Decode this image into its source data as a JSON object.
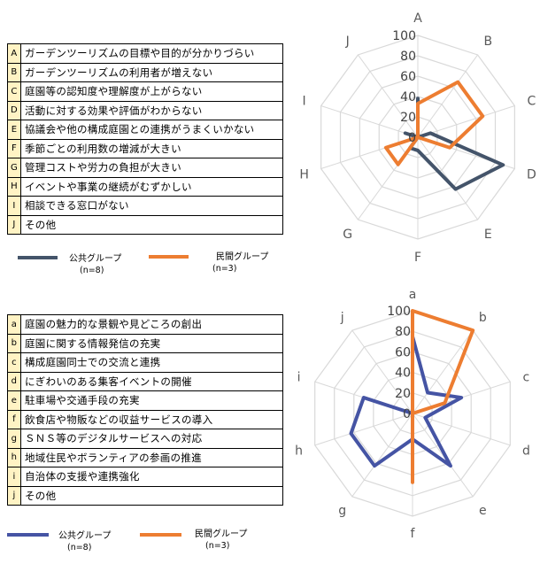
{
  "chart_data": [
    {
      "type": "radar",
      "categories": [
        "A",
        "B",
        "C",
        "D",
        "E",
        "F",
        "G",
        "H",
        "I",
        "J"
      ],
      "rlim": [
        0,
        100
      ],
      "rticks": [
        "0",
        "20",
        "40",
        "60",
        "80",
        "100"
      ],
      "series": [
        {
          "name": "公共グループ",
          "n_label": "(n=8)",
          "color": "#44546a",
          "values": [
            38,
            0,
            13,
            88,
            63,
            13,
            13,
            0,
            13,
            0
          ]
        },
        {
          "name": "民間グループ",
          "n_label": "(n=3)",
          "color": "#ed7d31",
          "values": [
            33,
            67,
            67,
            33,
            0,
            0,
            33,
            33,
            0,
            0
          ]
        }
      ],
      "legend_items": [
        {
          "key": "A",
          "text": "ガーデンツーリズムの目標や目的が分かりづらい"
        },
        {
          "key": "B",
          "text": "ガーデンツーリズムの利用者が増えない"
        },
        {
          "key": "C",
          "text": "庭園等の認知度や理解度が上がらない"
        },
        {
          "key": "D",
          "text": "活動に対する効果や評価がわからない"
        },
        {
          "key": "E",
          "text": "協議会や他の構成庭園との連携がうまくいかない"
        },
        {
          "key": "F",
          "text": "季節ごとの利用数の増減が大きい"
        },
        {
          "key": "G",
          "text": "管理コストや労力の負担が大きい"
        },
        {
          "key": "H",
          "text": "イベントや事業の継続がむずかしい"
        },
        {
          "key": "I",
          "text": "相談できる窓口がない"
        },
        {
          "key": "J",
          "text": "その他"
        }
      ]
    },
    {
      "type": "radar",
      "categories": [
        "a",
        "b",
        "c",
        "d",
        "e",
        "f",
        "g",
        "h",
        "i",
        "j"
      ],
      "rlim": [
        0,
        100
      ],
      "rticks": [
        "0",
        "20",
        "40",
        "60",
        "80",
        "100"
      ],
      "series": [
        {
          "name": "公共グループ",
          "n_label": "(n=8)",
          "color": "#4554a4",
          "values": [
            75,
            25,
            50,
            13,
            63,
            25,
            63,
            63,
            50,
            0
          ]
        },
        {
          "name": "民間グループ",
          "n_label": "(n=3)",
          "color": "#ed7d31",
          "values": [
            100,
            100,
            33,
            0,
            0,
            67,
            0,
            0,
            0,
            0
          ]
        }
      ],
      "legend_items": [
        {
          "key": "a",
          "text": "庭園の魅力的な景観や見どころの創出"
        },
        {
          "key": "b",
          "text": "庭園に関する情報発信の充実"
        },
        {
          "key": "c",
          "text": "構成庭園同士での交流と連携"
        },
        {
          "key": "d",
          "text": "にぎわいのある集客イベントの開催"
        },
        {
          "key": "e",
          "text": "駐車場や交通手段の充実"
        },
        {
          "key": "f",
          "text": "飲食店や物販などの収益サービスの導入"
        },
        {
          "key": "g",
          "text": "ＳＮＳ等のデジタルサービスへの対応"
        },
        {
          "key": "h",
          "text": "地域住民やボランティアの参画の推進"
        },
        {
          "key": "i",
          "text": "自治体の支援や連携強化"
        },
        {
          "key": "j",
          "text": "その他"
        }
      ]
    }
  ]
}
